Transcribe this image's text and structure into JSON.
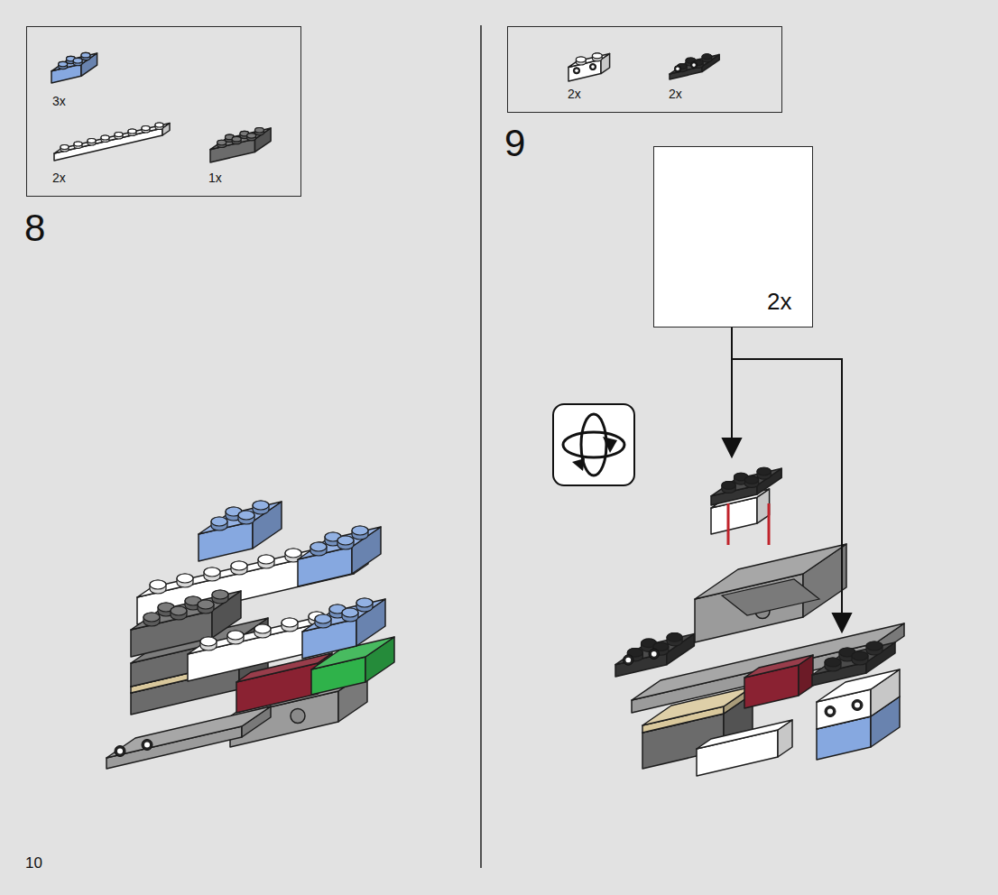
{
  "diagram": {
    "nodes": [
      {
        "text": [
          "3x",
          "2x",
          "1x"
        ]
      },
      {
        "text": [
          "2x",
          "2x"
        ]
      },
      {
        "text": [
          "2x"
        ]
      }
    ],
    "labels": [
      "8",
      "9",
      "10"
    ]
  }
}
